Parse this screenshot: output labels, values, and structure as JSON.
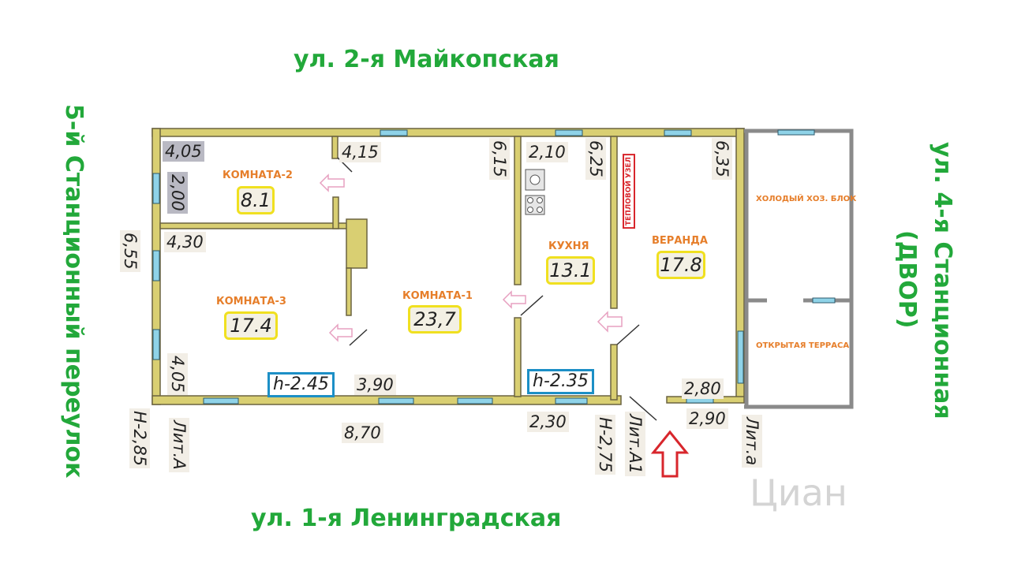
{
  "streets": {
    "top": "ул. 2-я Майкопская",
    "bottom": "ул. 1-я Ленинградская",
    "left": "5-й Станционный переулок",
    "right_line1": "ул. 4-я Станционная",
    "right_line2": "(ДВОР)"
  },
  "rooms": {
    "room2": {
      "name": "КОМНАТА-2",
      "area": "8.1"
    },
    "room3": {
      "name": "КОМНАТА-3",
      "area": "17.4"
    },
    "room1": {
      "name": "КОМНАТА-1",
      "area": "23,7"
    },
    "kitchen": {
      "name": "КУХНЯ",
      "area": "13.1"
    },
    "veranda": {
      "name": "ВЕРАНДА",
      "area": "17.8"
    }
  },
  "labels": {
    "heat_node": "ТЕПЛОВОЙ УЗЕЛ",
    "cold_block": "ХОЛОДЫЙ ХОЗ. БЛОК",
    "open_terrace": "ОТКРЫТАЯ ТЕРРАСА",
    "height_main": "h-2.45",
    "height_kitchen": "h-2.35",
    "lit_a": "Лит.А",
    "lit_a1": "Лит.А1",
    "lit_small_a": "Лит.а",
    "h_a": "Н-2,85",
    "h_a1": "Н-2,75"
  },
  "dimensions": {
    "d405_top": "4,05",
    "d200": "2,00",
    "d415": "4,15",
    "d615": "6,15",
    "d210": "2,10",
    "d625": "6,25",
    "d635": "6,35",
    "d430": "4,30",
    "d655": "6,55",
    "d405_bottom": "4,05",
    "d390": "3,90",
    "d870": "8,70",
    "d230": "2,30",
    "d280": "2,80",
    "d290": "2,90"
  },
  "watermark": "Циан",
  "colors": {
    "street": "#22a83a",
    "room_label": "#e67e2a",
    "area_border": "#f0e020",
    "height_border": "#1c8fc6",
    "heat_node": "#d8262c",
    "wall": "#d9cf72",
    "window": "#8fd3e8",
    "entrance_arrow": "#d8262c"
  }
}
